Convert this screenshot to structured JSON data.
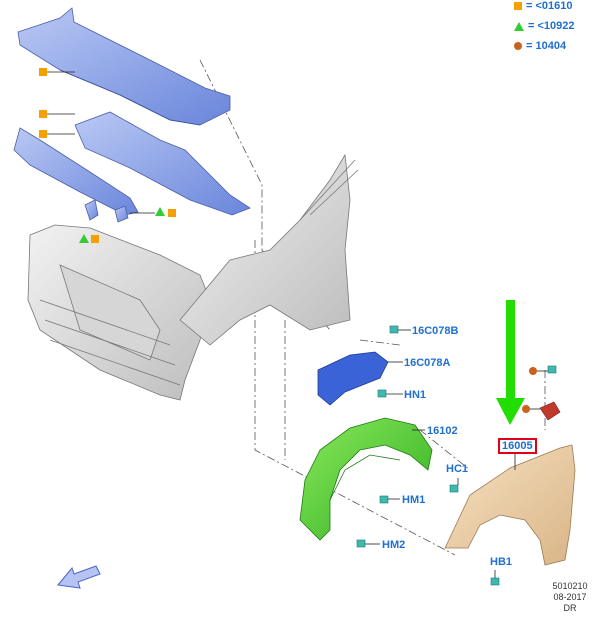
{
  "legend": [
    {
      "symbol": "square",
      "color": "#f5a000",
      "text": "= <01610"
    },
    {
      "symbol": "triangle",
      "color": "#33cc33",
      "text": "= <10922"
    },
    {
      "symbol": "dot",
      "color": "#c8621e",
      "text": "= 10404"
    }
  ],
  "callouts": {
    "c16c078b": "16C078B",
    "c16c078a": "16C078A",
    "hn1": "HN1",
    "c16102": "16102",
    "c16005": "16005",
    "hc1": "HC1",
    "hm1": "HM1",
    "hm2": "HM2",
    "hb1": "HB1"
  },
  "stamp": {
    "number": "5010210",
    "date": "08-2017",
    "code": "DR"
  },
  "colors": {
    "cowl_blue": "#8fa6e6",
    "liner_green": "#5fcf3a",
    "fender_tan": "#eccfa8",
    "arrow_green": "#22dd00",
    "bracket_blue": "#3a63d8",
    "callout_text": "#1f6fd0",
    "highlight_box": "#e0001a"
  }
}
